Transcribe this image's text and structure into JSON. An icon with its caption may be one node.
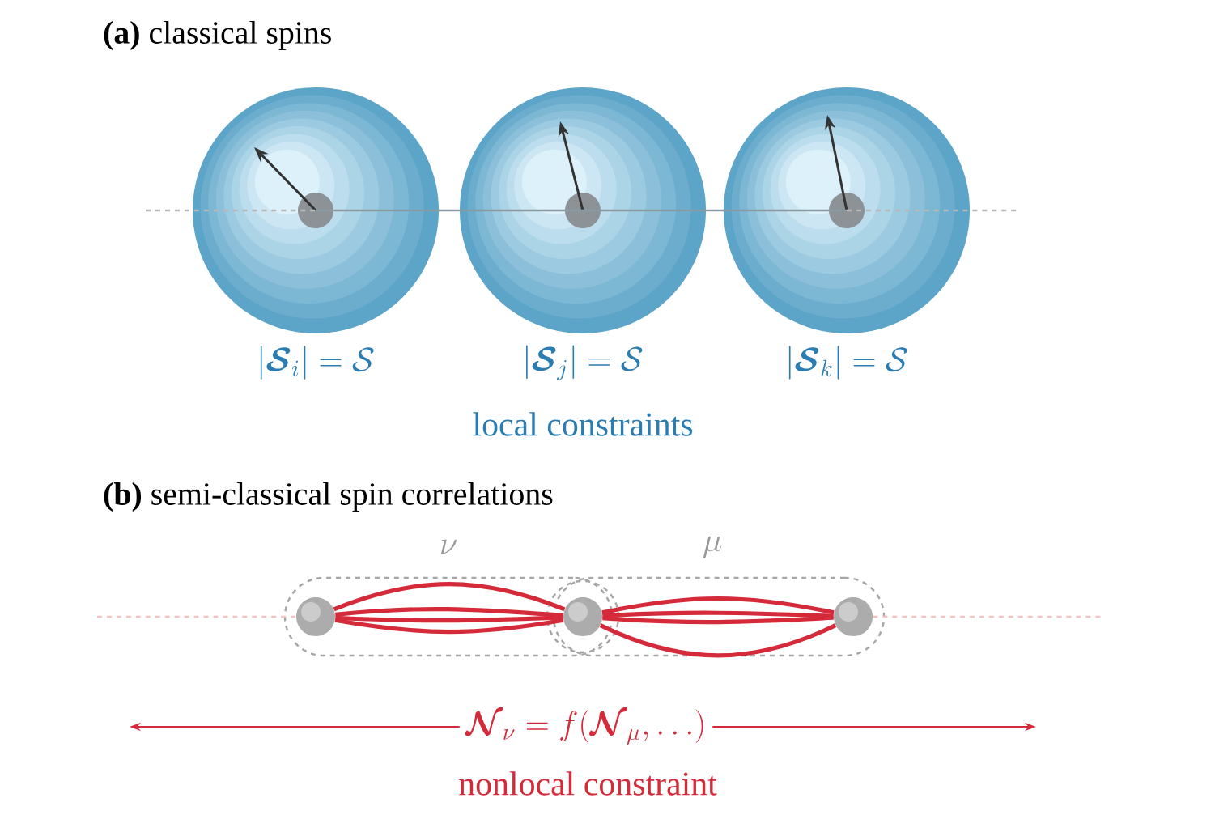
{
  "diagram": {
    "nodes": [
      {
        "text": [],
        "shape": "circle"
      },
      {
        "text": [],
        "shape": "circle"
      },
      {
        "text": [],
        "shape": "circle"
      },
      {
        "text": [
          "\\nu"
        ]
      },
      {
        "text": [
          "\\mu"
        ]
      },
      {
        "text": [],
        "shape": "circle"
      },
      {
        "text": [],
        "shape": "circle",
        "in": 3
      },
      {
        "text": [],
        "shape": "circle",
        "in": 5
      },
      {
        "text": [],
        "shape": "circle",
        "in": 4
      }
    ],
    "edges": [
      {
        "from": null,
        "to": 0,
        "arrow": "none",
        "style": "dashed",
        "color": "#b8b8b8"
      },
      {
        "from": 0,
        "to": 1,
        "arrow": "none",
        "color": "#8a9aa2"
      },
      {
        "from": 1,
        "to": 2,
        "arrow": "none",
        "color": "#8a9aa2"
      },
      {
        "from": 2,
        "to": null,
        "arrow": "none",
        "style": "dashed",
        "color": "#b8b8b8"
      },
      {
        "from": null,
        "to": 6,
        "arrow": "none",
        "style": "dashed",
        "color": "#f2c4c4"
      },
      {
        "from": 6,
        "to": 7,
        "arrow": "none"
      },
      {
        "from": 6,
        "to": 7,
        "arrow": "none"
      },
      {
        "from": 6,
        "to": 7,
        "arrow": "none"
      },
      {
        "from": 6,
        "to": 7,
        "arrow": "none"
      },
      {
        "from": 7,
        "to": 8,
        "arrow": "none"
      },
      {
        "from": 7,
        "to": 8,
        "arrow": "none"
      },
      {
        "from": 7,
        "to": 8,
        "arrow": "none"
      },
      {
        "from": 7,
        "to": 8,
        "arrow": "none"
      },
      {
        "from": 8,
        "to": null,
        "arrow": "none",
        "style": "dashed",
        "color": "#f2c4c4"
      }
    ],
    "labels": [
      "**(a)** classical spins",
      "|\\bm{\\mathcal{S}}_i| = \\mathcal{S}",
      "|\\bm{\\mathcal{S}}_j| = \\mathcal{S}",
      "|\\bm{\\mathcal{S}}_k| = \\mathcal{S}",
      "local constraints",
      "**(b)** semi-classical spin correlations",
      "\\bm{\\mathcal{N}}_\\nu = f(\\bm{\\mathcal{N}}_\\mu, \\ldots)",
      "nonlocal constraint"
    ]
  }
}
